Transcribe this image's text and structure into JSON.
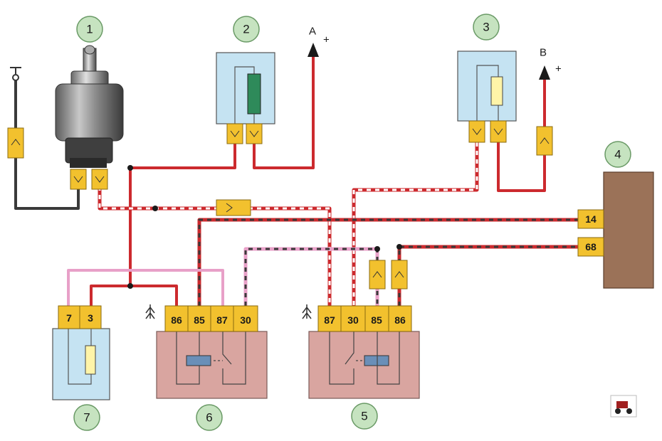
{
  "components": [
    {
      "number": "1"
    },
    {
      "number": "2"
    },
    {
      "number": "3"
    },
    {
      "number": "4"
    },
    {
      "number": "5",
      "pins": [
        "87",
        "30",
        "85",
        "86"
      ]
    },
    {
      "number": "6",
      "pins": [
        "86",
        "85",
        "87",
        "30"
      ]
    },
    {
      "number": "7",
      "pins": [
        "7",
        "3"
      ]
    }
  ],
  "terminals": {
    "a": {
      "letter": "A",
      "sign": "+"
    },
    "b": {
      "letter": "B",
      "sign": "+"
    }
  },
  "ecu_pins": [
    "14",
    "68"
  ],
  "colors": {
    "wire_red": "#cc2a2e",
    "wire_black": "#3a3a3a",
    "wire_pink": "#e8a0c8",
    "connector_yellow": "#f2c12e",
    "relay_body": "#d9a5a0",
    "fuse_box": "#c5e3f2",
    "ecu_brown": "#9b7258",
    "circle_green": "#c6e3c0"
  },
  "icons": [
    "ground-symbol",
    "car-logo"
  ]
}
